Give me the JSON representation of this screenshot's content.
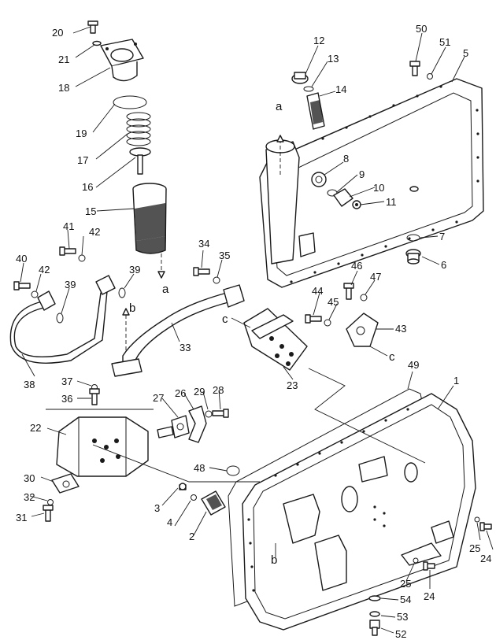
{
  "diagram": {
    "callouts": [
      {
        "id": "c20",
        "text": "20"
      },
      {
        "id": "c21",
        "text": "21"
      },
      {
        "id": "c18",
        "text": "18"
      },
      {
        "id": "c19",
        "text": "19"
      },
      {
        "id": "c17",
        "text": "17"
      },
      {
        "id": "c16",
        "text": "16"
      },
      {
        "id": "c15",
        "text": "15"
      },
      {
        "id": "c41",
        "text": "41"
      },
      {
        "id": "c42a",
        "text": "42"
      },
      {
        "id": "c40",
        "text": "40"
      },
      {
        "id": "c42b",
        "text": "42"
      },
      {
        "id": "c39a",
        "text": "39"
      },
      {
        "id": "c39b",
        "text": "39"
      },
      {
        "id": "c38",
        "text": "38"
      },
      {
        "id": "c34",
        "text": "34"
      },
      {
        "id": "c35",
        "text": "35"
      },
      {
        "id": "c33",
        "text": "33"
      },
      {
        "id": "c37",
        "text": "37"
      },
      {
        "id": "c36",
        "text": "36"
      },
      {
        "id": "c22",
        "text": "22"
      },
      {
        "id": "c27",
        "text": "27"
      },
      {
        "id": "c26",
        "text": "26"
      },
      {
        "id": "c29",
        "text": "29"
      },
      {
        "id": "c28",
        "text": "28"
      },
      {
        "id": "c30",
        "text": "30"
      },
      {
        "id": "c32",
        "text": "32"
      },
      {
        "id": "c31",
        "text": "31"
      },
      {
        "id": "c3",
        "text": "3"
      },
      {
        "id": "c4",
        "text": "4"
      },
      {
        "id": "c2",
        "text": "2"
      },
      {
        "id": "c48",
        "text": "48"
      },
      {
        "id": "c23",
        "text": "23"
      },
      {
        "id": "c12",
        "text": "12"
      },
      {
        "id": "c13",
        "text": "13"
      },
      {
        "id": "c14",
        "text": "14"
      },
      {
        "id": "c50",
        "text": "50"
      },
      {
        "id": "c51",
        "text": "51"
      },
      {
        "id": "c5",
        "text": "5"
      },
      {
        "id": "c8",
        "text": "8"
      },
      {
        "id": "c9",
        "text": "9"
      },
      {
        "id": "c10",
        "text": "10"
      },
      {
        "id": "c11",
        "text": "11"
      },
      {
        "id": "c7",
        "text": "7"
      },
      {
        "id": "c6",
        "text": "6"
      },
      {
        "id": "c46",
        "text": "46"
      },
      {
        "id": "c47",
        "text": "47"
      },
      {
        "id": "c44",
        "text": "44"
      },
      {
        "id": "c45",
        "text": "45"
      },
      {
        "id": "c43",
        "text": "43"
      },
      {
        "id": "c49",
        "text": "49"
      },
      {
        "id": "c1",
        "text": "1"
      },
      {
        "id": "c25a",
        "text": "25"
      },
      {
        "id": "c24a",
        "text": "24"
      },
      {
        "id": "c25b",
        "text": "25"
      },
      {
        "id": "c24b",
        "text": "24"
      },
      {
        "id": "c54",
        "text": "54"
      },
      {
        "id": "c53",
        "text": "53"
      },
      {
        "id": "c52",
        "text": "52"
      }
    ],
    "refs": [
      {
        "id": "ra1",
        "text": "a"
      },
      {
        "id": "ra2",
        "text": "a"
      },
      {
        "id": "rb1",
        "text": "b"
      },
      {
        "id": "rb2",
        "text": "b"
      },
      {
        "id": "rc1",
        "text": "c"
      },
      {
        "id": "rc2",
        "text": "c"
      }
    ]
  }
}
